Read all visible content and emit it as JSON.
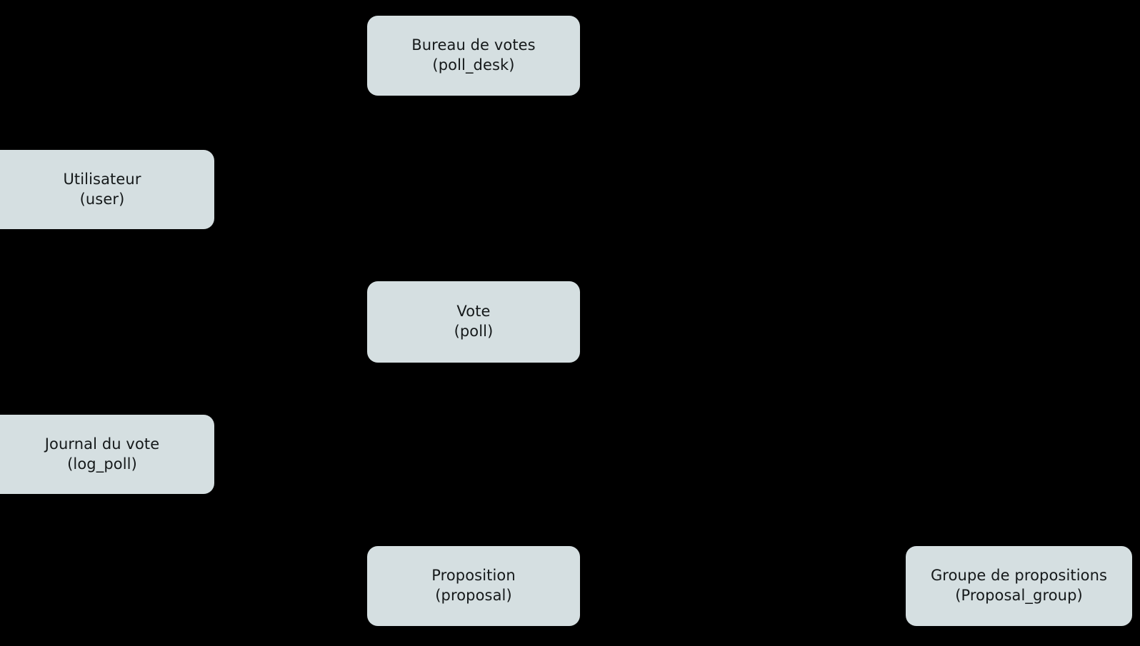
{
  "diagram": {
    "type": "entity-relationship",
    "background_color": "#000000",
    "node_fill_color": "#d5dfe1",
    "node_text_color": "#15191a",
    "nodes": [
      {
        "id": "poll_desk",
        "label_fr": "Bureau de votes",
        "label_code": "(poll_desk)"
      },
      {
        "id": "user",
        "label_fr": "Utilisateur",
        "label_code": "(user)"
      },
      {
        "id": "poll",
        "label_fr": "Vote",
        "label_code": "(poll)"
      },
      {
        "id": "log_poll",
        "label_fr": "Journal du vote",
        "label_code": "(log_poll)"
      },
      {
        "id": "proposal",
        "label_fr": "Proposition",
        "label_code": "(proposal)"
      },
      {
        "id": "proposal_group",
        "label_fr": "Groupe de propositions",
        "label_code": "(Proposal_group)"
      }
    ]
  }
}
